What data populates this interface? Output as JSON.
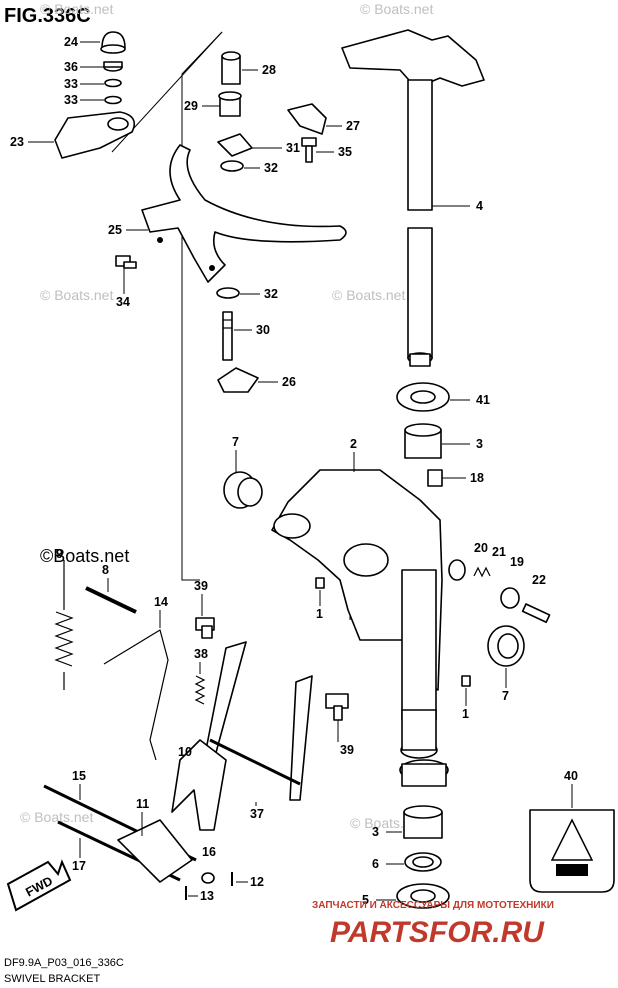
{
  "figure": {
    "title": "FIG.336C"
  },
  "footer": {
    "code": "DF9.9A_P03_016_336C",
    "name": "SWIVEL BRACKET"
  },
  "watermarks": [
    "© Boats.net",
    "© Boats.net",
    "© Boats.net",
    "© Boats.net",
    "© Boats.net",
    "©Boats.net",
    "© Boats.net"
  ],
  "shop": {
    "tagline": "ЗАПЧАСТИ И АКСЕССУАРЫ ДЛЯ МОТОТЕХНИКИ",
    "brand": "PARTSFOR.RU",
    "color": "#c0392b"
  },
  "fwd_label": "FWD",
  "callouts": [
    "24",
    "36",
    "33",
    "33",
    "28",
    "29",
    "23",
    "27",
    "31",
    "35",
    "32",
    "4",
    "25",
    "32",
    "34",
    "30",
    "26",
    "41",
    "2",
    "7",
    "3",
    "18",
    "20",
    "21",
    "19",
    "22",
    "9",
    "8",
    "14",
    "39",
    "38",
    "1",
    "7",
    "1",
    "39",
    "10",
    "15",
    "11",
    "37",
    "17",
    "16",
    "13",
    "12",
    "3",
    "6",
    "5",
    "40"
  ],
  "icons": [
    "fwd-arrow-icon",
    "warning-label-icon"
  ]
}
